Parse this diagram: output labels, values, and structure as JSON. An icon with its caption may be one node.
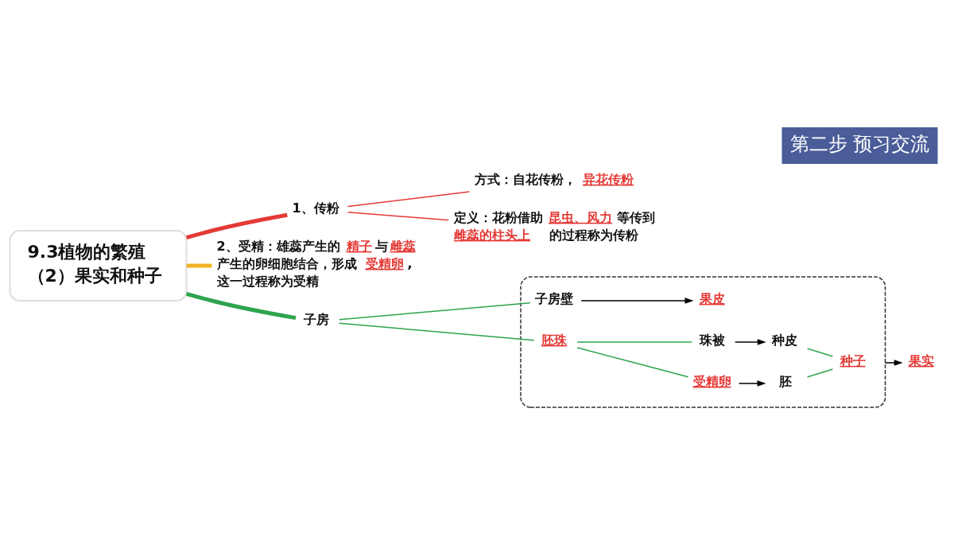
{
  "diagram": {
    "title": "第二步 预习交流",
    "nodes": [
      {
        "text": [
          "9.3植物的繁殖（2）果实和种子"
        ]
      },
      {
        "text": [
          "1、传粉"
        ]
      },
      {
        "text": [
          "方式：自花传粉，**异花传粉**"
        ]
      },
      {
        "text": [
          "定义：花粉借助**昆虫、风力**等传到**雌蕊的柱头上**的过程称为传粉"
        ]
      },
      {
        "text": [
          "2、受精：雄蕊产生的**精子**与**雌蕊**产生的卵细胞结合，形成**受精卵**,这一过程称为受精"
        ]
      },
      {
        "text": [
          "子房"
        ]
      },
      {
        "text": [],
        "shape": "box"
      },
      {
        "text": [
          "子房壁"
        ],
        "in": 6
      },
      {
        "text": [
          "果皮"
        ],
        "in": 6
      },
      {
        "text": [
          "胚珠"
        ],
        "in": 6
      },
      {
        "text": [
          "珠被"
        ],
        "in": 6
      },
      {
        "text": [
          "种皮"
        ],
        "in": 6
      },
      {
        "text": [
          "受精卵"
        ],
        "in": 6
      },
      {
        "text": [
          "胚"
        ],
        "in": 6
      },
      {
        "text": [
          "种子"
        ],
        "in": 6
      },
      {
        "text": [
          "果实"
        ]
      }
    ],
    "edges": [
      {
        "from": 0,
        "to": 1,
        "arrow": "none",
        "style": "thick",
        "color": "#e53935"
      },
      {
        "from": 0,
        "to": 4,
        "arrow": "none",
        "style": "thick",
        "color": "#f0b323"
      },
      {
        "from": 0,
        "to": 5,
        "arrow": "none",
        "style": "thick"
      },
      {
        "from": 1,
        "to": 2,
        "arrow": "none",
        "color": "#e53935"
      },
      {
        "from": 1,
        "to": 3,
        "arrow": "none",
        "color": "#e53935"
      },
      {
        "from": 5,
        "to": 7,
        "arrow": "none"
      },
      {
        "from": 5,
        "to": 9,
        "arrow": "none"
      },
      {
        "from": 7,
        "to": 8,
        "arrow": "to",
        "color": "#000000"
      },
      {
        "from": 9,
        "to": 10,
        "arrow": "none"
      },
      {
        "from": 9,
        "to": 12,
        "arrow": "none"
      },
      {
        "from": 10,
        "to": 11,
        "arrow": "to",
        "color": "#000000"
      },
      {
        "from": 12,
        "to": 13,
        "arrow": "to",
        "color": "#000000"
      },
      {
        "from": 11,
        "to": 14,
        "arrow": "none"
      },
      {
        "from": 13,
        "to": 14,
        "arrow": "none"
      },
      {
        "from": 6,
        "to": 15,
        "arrow": "to",
        "color": "#000000"
      }
    ]
  }
}
